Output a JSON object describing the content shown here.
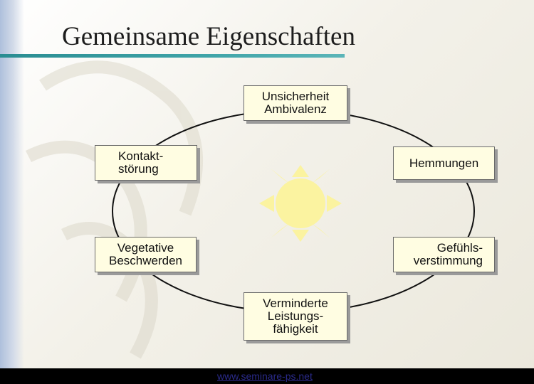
{
  "slide": {
    "title": "Gemeinsame Eigenschaften",
    "footer_link": "www.seminare-ps.net"
  },
  "diagram": {
    "nodes": [
      {
        "id": "top",
        "text": "Unsicherheit\nAmbivalenz"
      },
      {
        "id": "upper-left",
        "text": "Kontakt-\nstörung"
      },
      {
        "id": "upper-right",
        "text": "Hemmungen"
      },
      {
        "id": "lower-left",
        "text": "Vegetative\nBeschwerden"
      },
      {
        "id": "lower-right",
        "text": "Gefühls-\nverstimmung"
      },
      {
        "id": "bottom",
        "text": "Verminderte\nLeistungs-\nfähigkeit"
      }
    ],
    "connector": "ellipse",
    "center_icon": "sun-icon"
  },
  "colors": {
    "title_bar": "#2a8d92",
    "node_fill": "#fffde2",
    "node_border": "#6a6a6a",
    "sun": "#fbf3a0",
    "footer": "#000000"
  }
}
